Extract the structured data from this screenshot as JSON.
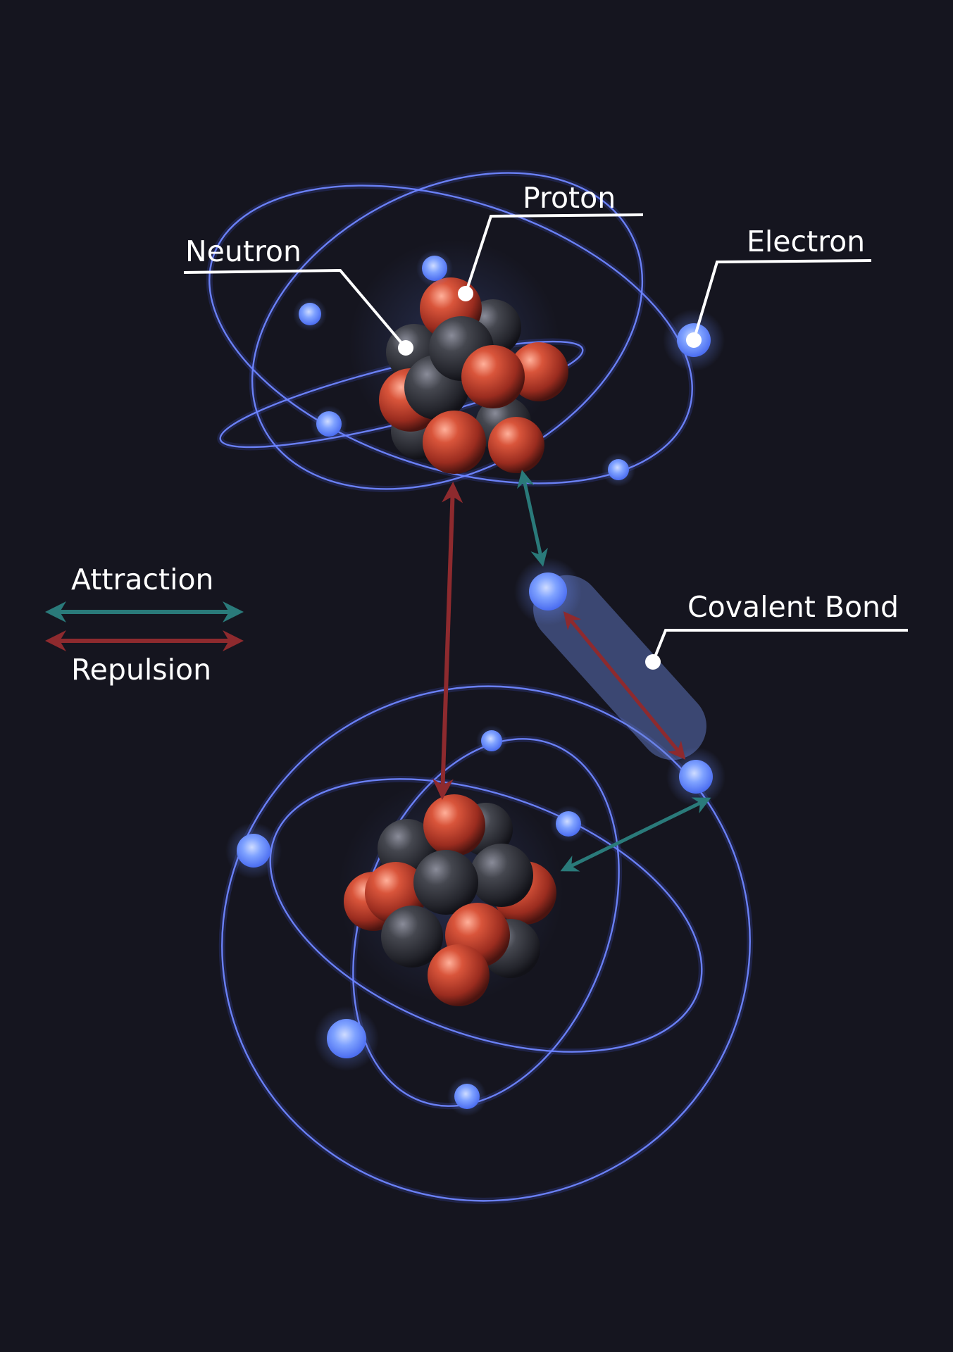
{
  "labels": {
    "proton": "Proton",
    "neutron": "Neutron",
    "electron": "Electron",
    "covalent_bond": "Covalent Bond"
  },
  "legend": {
    "attraction": "Attraction",
    "repulsion": "Repulsion"
  },
  "colors": {
    "background": "#15151f",
    "orbit": "#6f86ff",
    "electron": "#7fa2ff",
    "proton": "#c5442c",
    "neutron": "#3a3c48",
    "attraction": "#2a7a7a",
    "repulsion": "#8e2a2e",
    "bond": "#6b85d8"
  }
}
